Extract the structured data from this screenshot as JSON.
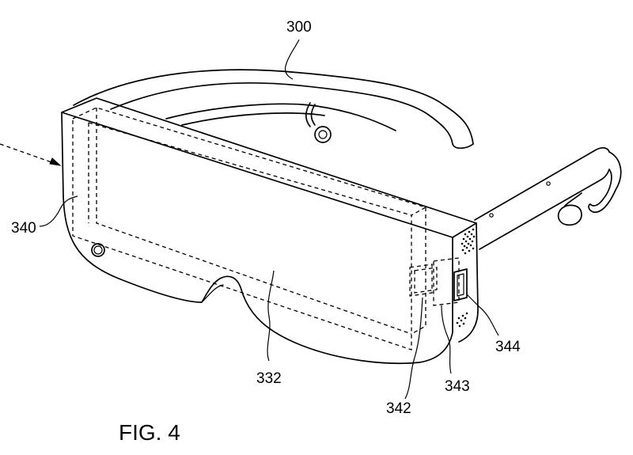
{
  "figure": {
    "caption": "FIG. 4",
    "reference_numerals": {
      "device": "300",
      "display_screen": "332",
      "housing": "340",
      "connector_a": "342",
      "connector_b": "343",
      "port": "344"
    }
  }
}
